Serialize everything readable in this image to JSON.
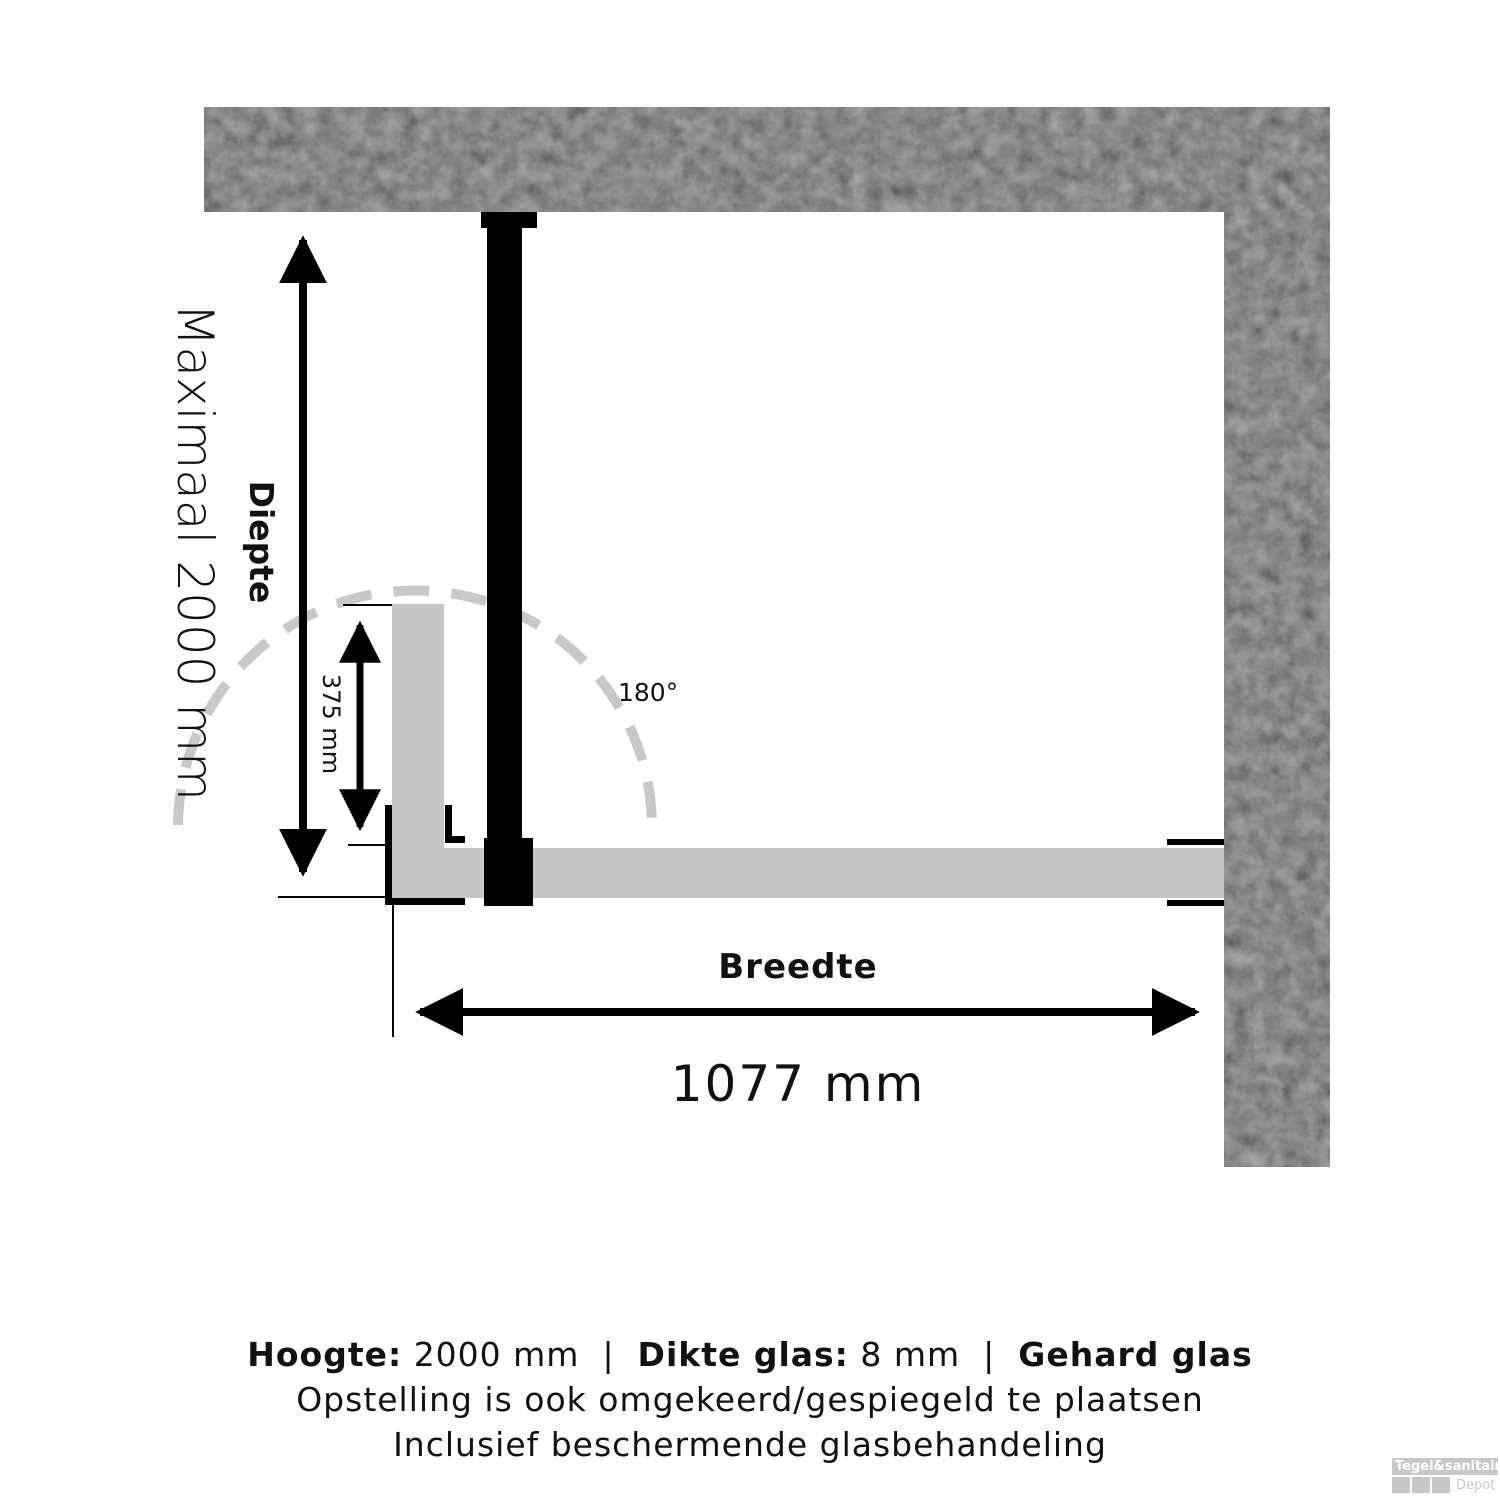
{
  "diagram": {
    "depth_label": "Diepte",
    "max_depth_label": "Maximaal 2000 mm",
    "door_label": "375 mm",
    "angle_label": "180°",
    "width_label": "Breedte",
    "width_value": "1077 mm",
    "colors": {
      "wall": "#3a3a3a",
      "glass": "#c6c6c6",
      "profile": "#000000",
      "arc": "#c8c8c8"
    }
  },
  "specs": {
    "height_key": "Hoogte:",
    "height_value": "2000 mm",
    "sep": "|",
    "thickness_key": "Dikte glas:",
    "thickness_value": "8 mm",
    "glass_type": "Gehard glas",
    "line2": "Opstelling is ook omgekeerd/gespiegeld te plaatsen",
    "line3": "Inclusief beschermende glasbehandeling"
  },
  "logo": {
    "top": "Tegel&sanitair",
    "bottom": "Depot"
  }
}
